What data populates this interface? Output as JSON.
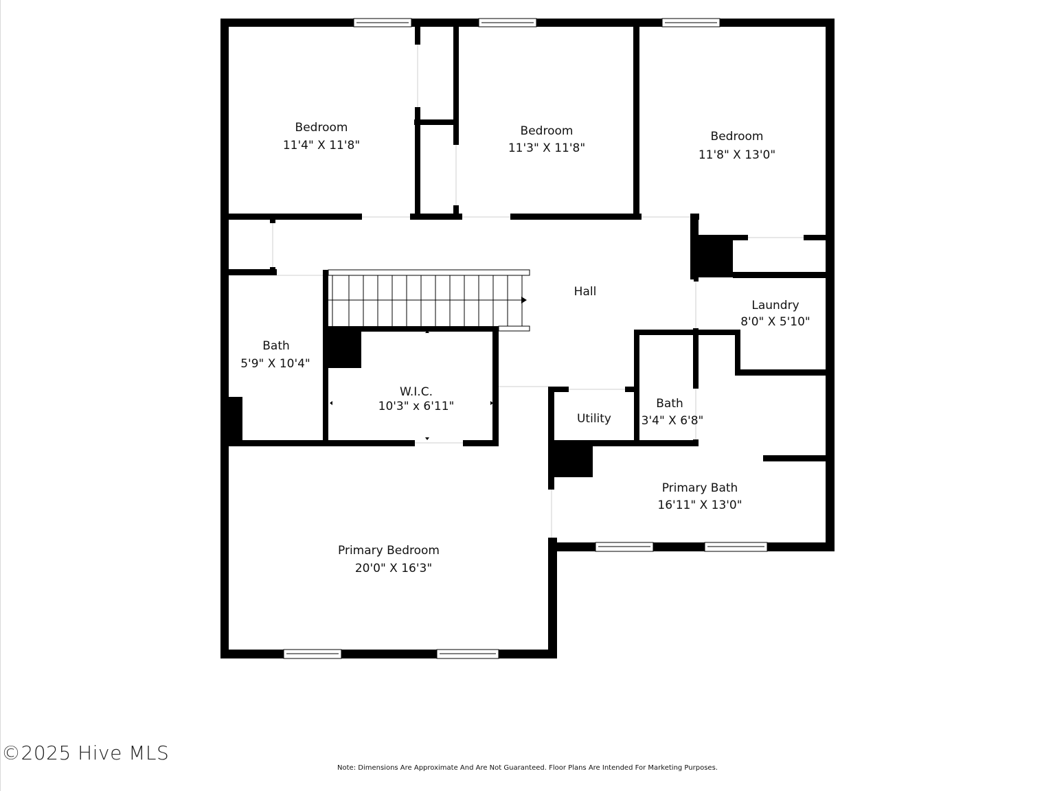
{
  "floorplan": {
    "rooms": [
      {
        "id": "bedroom-1",
        "name": "Bedroom",
        "dims": "11'4\" X 11'8\""
      },
      {
        "id": "bedroom-2",
        "name": "Bedroom",
        "dims": "11'3\" X 11'8\""
      },
      {
        "id": "bedroom-3",
        "name": "Bedroom",
        "dims": "11'8\" X 13'0\""
      },
      {
        "id": "hall",
        "name": "Hall",
        "dims": ""
      },
      {
        "id": "laundry",
        "name": "Laundry",
        "dims": "8'0\" X 5'10\""
      },
      {
        "id": "bath-1",
        "name": "Bath",
        "dims": "5'9\" X 10'4\""
      },
      {
        "id": "wic",
        "name": "W.I.C.",
        "dims": "10'3\" x 6'11\""
      },
      {
        "id": "utility",
        "name": "Utility",
        "dims": ""
      },
      {
        "id": "bath-2",
        "name": "Bath",
        "dims": "3'4\" X 6'8\""
      },
      {
        "id": "primary-bath",
        "name": "Primary Bath",
        "dims": "16'11\" X 13'0\""
      },
      {
        "id": "primary-bedroom",
        "name": "Primary Bedroom",
        "dims": "20'0\" X 16'3\""
      }
    ],
    "icons": {
      "stair_arrow": "stair-direction-arrow-icon"
    }
  },
  "footer": {
    "copyright": "©2025 Hive MLS",
    "note": "Note: Dimensions Are Approximate And Are Not Guaranteed. Floor Plans Are Intended For Marketing Purposes."
  },
  "colors": {
    "wall": "#000000",
    "background": "#ffffff",
    "text": "#111111"
  }
}
